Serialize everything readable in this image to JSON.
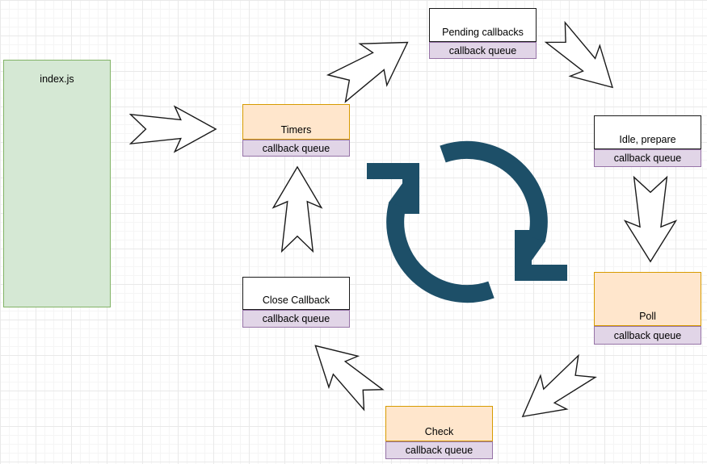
{
  "diagram": {
    "description_name": "node-event-loop-diagram",
    "nodes": {
      "index_js": {
        "label": "index.js"
      },
      "timers": {
        "label": "Timers",
        "queue_label": "callback queue",
        "variant": "orange"
      },
      "pending_callbacks": {
        "label": "Pending callbacks",
        "queue_label": "callback queue",
        "variant": "white"
      },
      "idle_prepare": {
        "label": "Idle, prepare",
        "queue_label": "callback queue",
        "variant": "white"
      },
      "poll": {
        "label": "Poll",
        "queue_label": "callback queue",
        "variant": "orange"
      },
      "check": {
        "label": "Check",
        "queue_label": "callback queue",
        "variant": "orange"
      },
      "close_callback": {
        "label": "Close Callback",
        "queue_label": "callback queue",
        "variant": "white"
      }
    },
    "arrows": [
      "index-js-to-timers",
      "timers-to-pending-callbacks",
      "pending-callbacks-to-idle-prepare",
      "idle-prepare-to-poll",
      "poll-to-check",
      "check-to-close-callback",
      "close-callback-to-timers"
    ],
    "center_icon": "event-loop-cycle-icon"
  },
  "colors": {
    "canvas_bg": "#ffffff",
    "grid_minor": "#f5f5f5",
    "grid_major": "#e9e9e9",
    "green_fill": "#d5e8d4",
    "green_stroke": "#82b366",
    "orange_fill": "#ffe6cc",
    "orange_stroke": "#d79b00",
    "purple_fill": "#e1d5e7",
    "purple_stroke": "#9673a6",
    "arrow_stroke": "#1a1a1a",
    "icon_blue": "#1d4f68"
  }
}
